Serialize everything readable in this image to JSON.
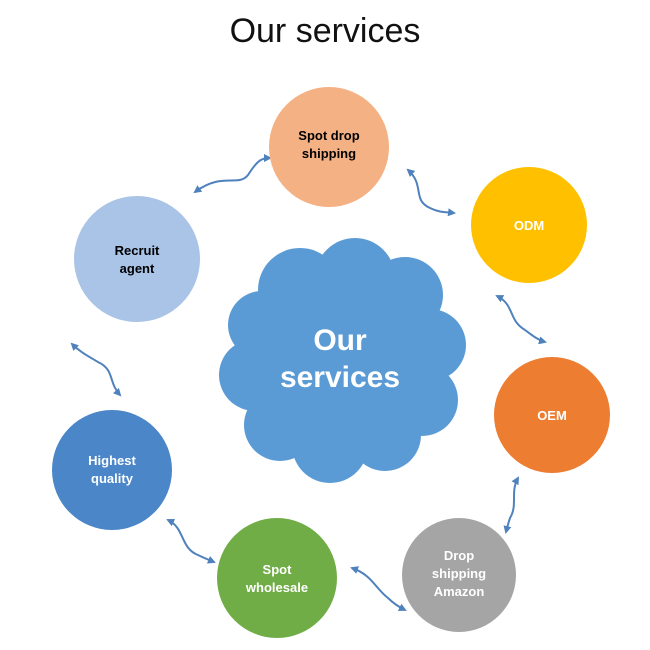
{
  "title": "Our services",
  "center": {
    "lines": [
      "Our",
      "services"
    ],
    "color": "#5b9bd5"
  },
  "nodes": [
    {
      "id": "spot-drop-shipping",
      "lines": [
        "Spot drop",
        "shipping"
      ],
      "color": "#f4b183",
      "text_color": "#000000"
    },
    {
      "id": "odm",
      "lines": [
        "ODM"
      ],
      "color": "#ffc000",
      "text_color": "#ffffff"
    },
    {
      "id": "oem",
      "lines": [
        "OEM"
      ],
      "color": "#ed7d31",
      "text_color": "#ffffff"
    },
    {
      "id": "drop-shipping-amazon",
      "lines": [
        "Drop",
        "shipping",
        "Amazon"
      ],
      "color": "#a5a5a5",
      "text_color": "#ffffff"
    },
    {
      "id": "spot-wholesale",
      "lines": [
        "Spot",
        "wholesale"
      ],
      "color": "#70ad47",
      "text_color": "#ffffff"
    },
    {
      "id": "highest-quality",
      "lines": [
        "Highest",
        "quality"
      ],
      "color": "#4a86c8",
      "text_color": "#ffffff"
    },
    {
      "id": "recruit-agent",
      "lines": [
        "Recruit",
        "agent"
      ],
      "color": "#a9c4e6",
      "text_color": "#000000"
    }
  ],
  "connector_color": "#4f81bd"
}
